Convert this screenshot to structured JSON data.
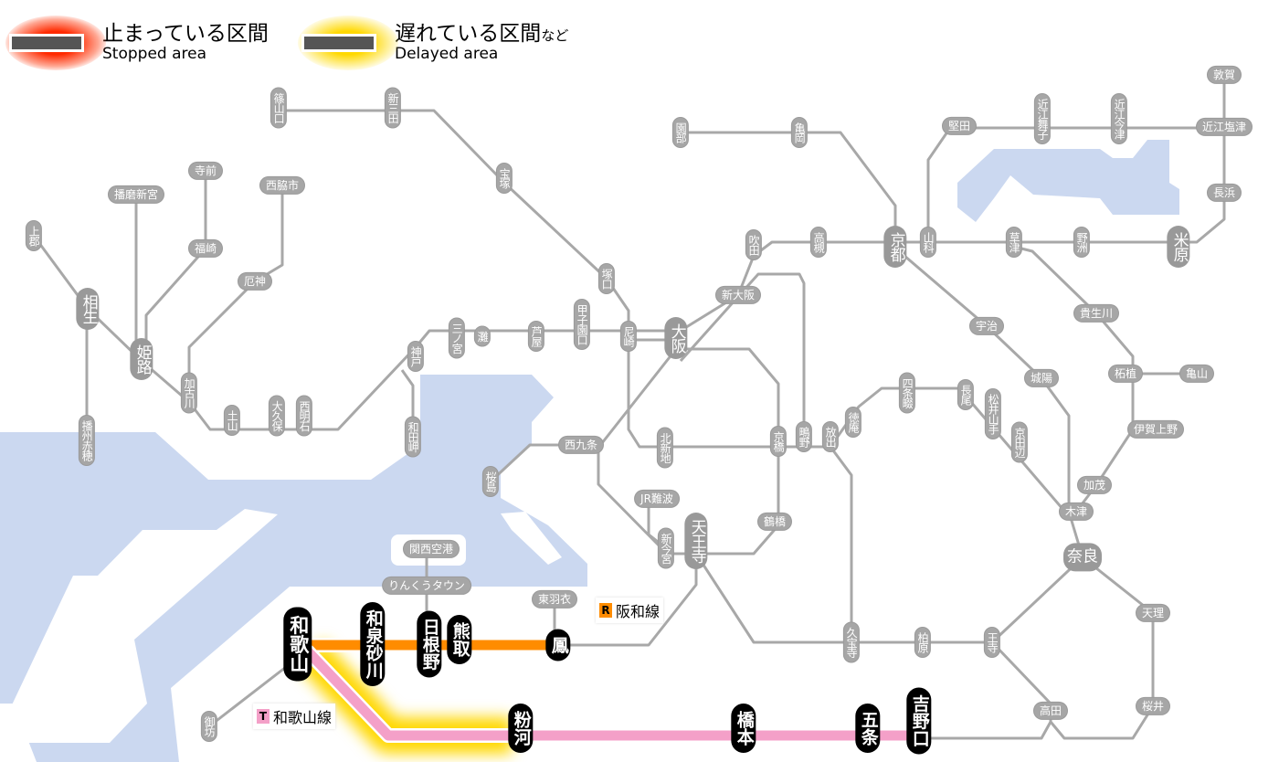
{
  "legend": {
    "stopped_jp": "止まっている区間",
    "stopped_en": "Stopped area",
    "delayed_jp": "遅れている区間",
    "delayed_suffix": "など",
    "delayed_en": "Delayed area"
  },
  "line_badges": [
    {
      "letter": "R",
      "name": "阪和線",
      "color": "#ff8c00"
    },
    {
      "letter": "T",
      "name": "和歌山線",
      "color": "#f4a0c8"
    }
  ],
  "colors": {
    "stopped_glow": "#ff2a00",
    "delayed_glow": "#ffd800",
    "sea": "#cbd8f0",
    "track": "#a8a8a8"
  },
  "stations": [
    {
      "name": "篠山口"
    },
    {
      "name": "新三田"
    },
    {
      "name": "宝塚"
    },
    {
      "name": "塚口"
    },
    {
      "name": "尼崎"
    },
    {
      "name": "甲子園口"
    },
    {
      "name": "芦屋"
    },
    {
      "name": "灘"
    },
    {
      "name": "三ノ宮"
    },
    {
      "name": "神戸"
    },
    {
      "name": "和田岬"
    },
    {
      "name": "西明石"
    },
    {
      "name": "大久保"
    },
    {
      "name": "土山"
    },
    {
      "name": "加古川"
    },
    {
      "name": "姫路"
    },
    {
      "name": "相生"
    },
    {
      "name": "上郡"
    },
    {
      "name": "播州赤穂"
    },
    {
      "name": "播磨新宮"
    },
    {
      "name": "寺前"
    },
    {
      "name": "福崎"
    },
    {
      "name": "西脇市"
    },
    {
      "name": "厄神"
    },
    {
      "name": "大阪"
    },
    {
      "name": "新大阪"
    },
    {
      "name": "吹田"
    },
    {
      "name": "高槻"
    },
    {
      "name": "亀岡"
    },
    {
      "name": "園部"
    },
    {
      "name": "京都"
    },
    {
      "name": "山科"
    },
    {
      "name": "堅田"
    },
    {
      "name": "近江舞子"
    },
    {
      "name": "近江今津"
    },
    {
      "name": "近江塩津"
    },
    {
      "name": "敦賀"
    },
    {
      "name": "長浜"
    },
    {
      "name": "米原"
    },
    {
      "name": "野洲"
    },
    {
      "name": "草津"
    },
    {
      "name": "宇治"
    },
    {
      "name": "貴生川"
    },
    {
      "name": "城陽"
    },
    {
      "name": "柘植"
    },
    {
      "name": "亀山"
    },
    {
      "name": "伊賀上野"
    },
    {
      "name": "加茂"
    },
    {
      "name": "木津"
    },
    {
      "name": "奈良"
    },
    {
      "name": "天理"
    },
    {
      "name": "桜井"
    },
    {
      "name": "高田"
    },
    {
      "name": "王寺"
    },
    {
      "name": "柏原"
    },
    {
      "name": "久宝寺"
    },
    {
      "name": "天王寺"
    },
    {
      "name": "新今宮"
    },
    {
      "name": "JR難波"
    },
    {
      "name": "鶴橋"
    },
    {
      "name": "京橋"
    },
    {
      "name": "鴫野"
    },
    {
      "name": "放出"
    },
    {
      "name": "徳庵"
    },
    {
      "name": "四条畷"
    },
    {
      "name": "長尾"
    },
    {
      "name": "松井山手"
    },
    {
      "name": "京田辺"
    },
    {
      "name": "北新地"
    },
    {
      "name": "西九条"
    },
    {
      "name": "桜島"
    },
    {
      "name": "関西空港"
    },
    {
      "name": "りんくうタウン"
    },
    {
      "name": "東羽衣"
    },
    {
      "name": "御坊"
    },
    {
      "name": "和歌山"
    },
    {
      "name": "和泉砂川"
    },
    {
      "name": "日根野"
    },
    {
      "name": "熊取"
    },
    {
      "name": "鳳"
    },
    {
      "name": "粉河"
    },
    {
      "name": "橋本"
    },
    {
      "name": "五条"
    },
    {
      "name": "吉野口"
    }
  ]
}
